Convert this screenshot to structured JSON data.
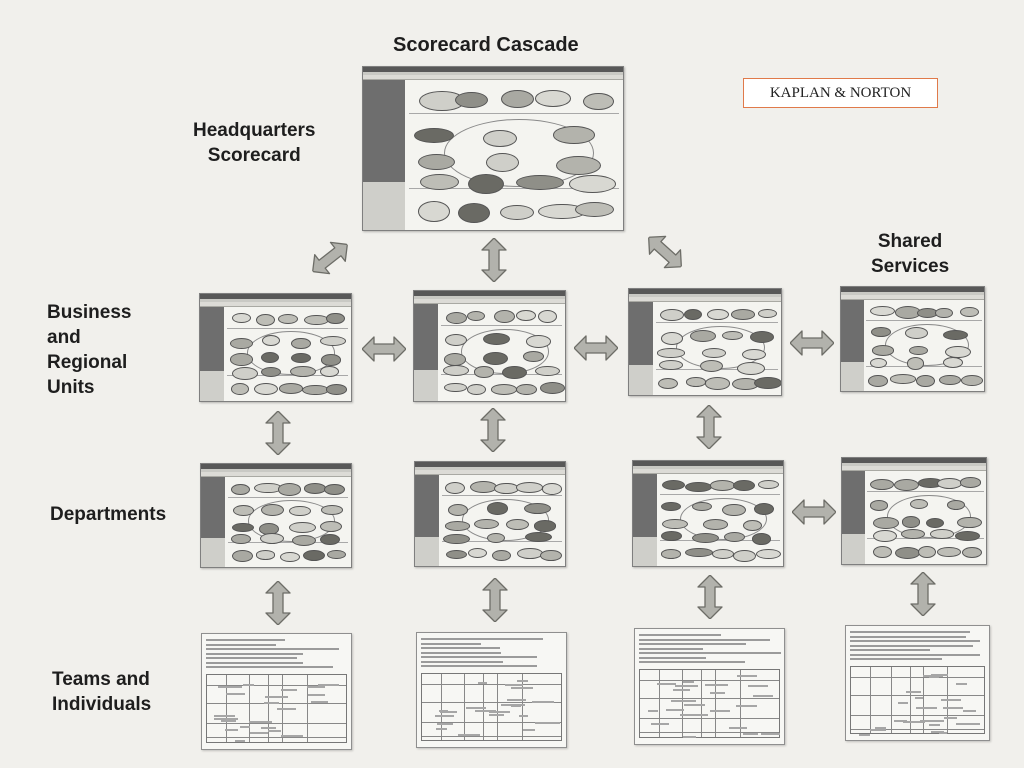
{
  "title": "Scorecard Cascade",
  "credit": "KAPLAN & NORTON",
  "labels": {
    "headquarters": [
      "Headquarters",
      "Scorecard"
    ],
    "shared_services": [
      "Shared",
      "Services"
    ],
    "business_units": [
      "Business",
      "and",
      "Regional",
      "Units"
    ],
    "departments": "Departments",
    "teams": [
      "Teams and",
      "Individuals"
    ]
  }
}
